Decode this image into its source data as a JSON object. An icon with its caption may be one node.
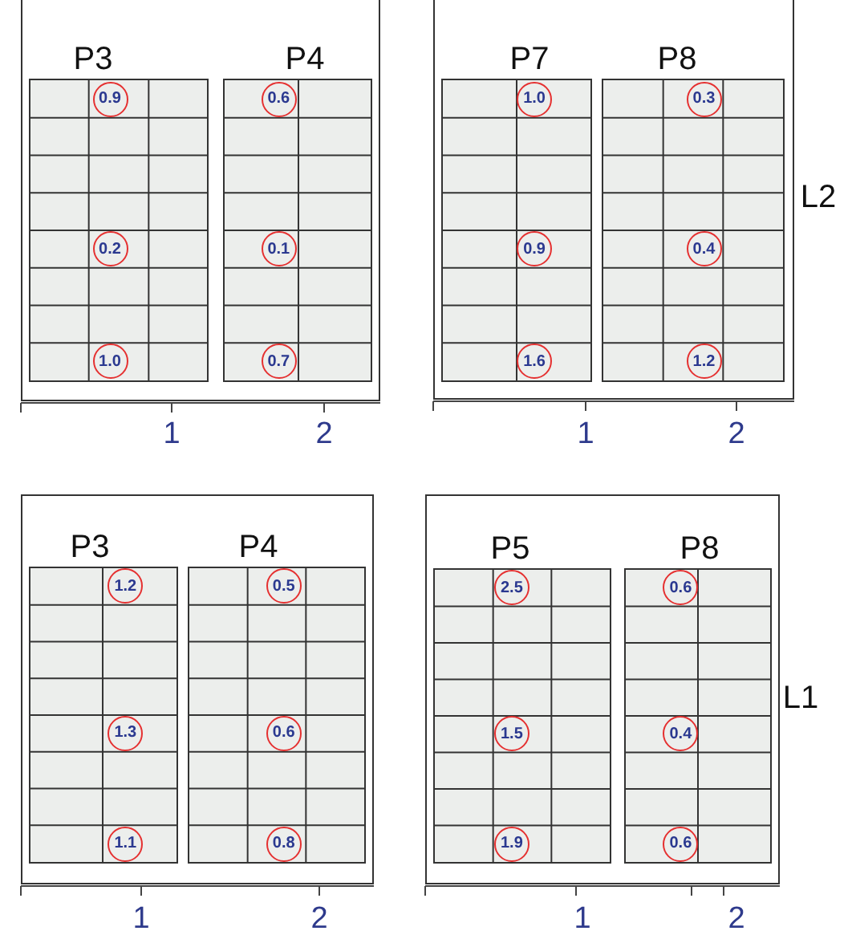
{
  "diagram": {
    "nodes": [
      {
        "text": [],
        "shape": "box"
      },
      {
        "text": [
          "P3"
        ],
        "in": 0
      },
      {
        "text": [
          "0.9"
        ],
        "in": 1
      },
      {
        "text": [
          "0.2"
        ],
        "in": 1
      },
      {
        "text": [
          "1.0"
        ],
        "in": 1
      },
      {
        "text": [
          "P4"
        ],
        "in": 0
      },
      {
        "text": [
          "0.6"
        ],
        "in": 5
      },
      {
        "text": [
          "0.1"
        ],
        "in": 5
      },
      {
        "text": [
          "0.7"
        ],
        "in": 5
      },
      {
        "text": [],
        "shape": "box"
      },
      {
        "text": [
          "P7"
        ],
        "in": 9
      },
      {
        "text": [
          "1.0"
        ],
        "in": 10
      },
      {
        "text": [
          "0.9"
        ],
        "in": 10
      },
      {
        "text": [
          "1.6"
        ],
        "in": 10
      },
      {
        "text": [
          "P8"
        ],
        "in": 9
      },
      {
        "text": [
          "0.3"
        ],
        "in": 14
      },
      {
        "text": [
          "0.4"
        ],
        "in": 14
      },
      {
        "text": [
          "1.2"
        ],
        "in": 14
      },
      {
        "text": [],
        "shape": "box"
      },
      {
        "text": [
          "P3"
        ],
        "in": 18
      },
      {
        "text": [
          "1.2"
        ],
        "in": 19
      },
      {
        "text": [
          "1.3"
        ],
        "in": 19
      },
      {
        "text": [
          "1.1"
        ],
        "in": 19
      },
      {
        "text": [
          "P4"
        ],
        "in": 18
      },
      {
        "text": [
          "0.5"
        ],
        "in": 23
      },
      {
        "text": [
          "0.6"
        ],
        "in": 23
      },
      {
        "text": [
          "0.8"
        ],
        "in": 23
      },
      {
        "text": [],
        "shape": "box"
      },
      {
        "text": [
          "P5"
        ],
        "in": 27
      },
      {
        "text": [
          "2.5"
        ],
        "in": 28
      },
      {
        "text": [
          "1.5"
        ],
        "in": 28
      },
      {
        "text": [
          "1.9"
        ],
        "in": 28
      },
      {
        "text": [
          "P8"
        ],
        "in": 27
      },
      {
        "text": [
          "0.6"
        ],
        "in": 32
      },
      {
        "text": [
          "0.4"
        ],
        "in": 32
      },
      {
        "text": [
          "0.6"
        ],
        "in": 32
      }
    ],
    "labels": [
      "L2",
      "1",
      "2",
      "1",
      "2",
      "L1",
      "1",
      "2",
      "1",
      "2"
    ]
  }
}
